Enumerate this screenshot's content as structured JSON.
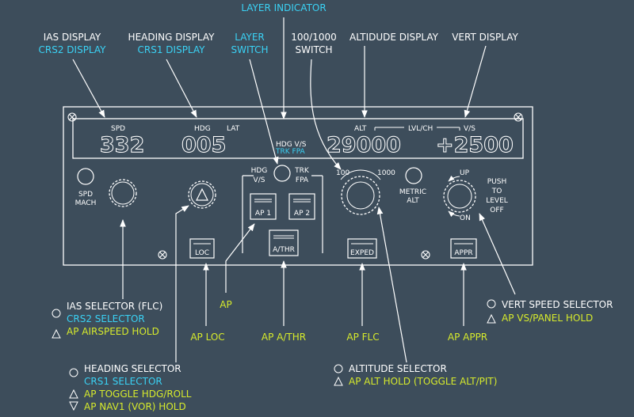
{
  "colors": {
    "background": "#3d4d5b",
    "line": "#ffffff",
    "cyan": "#3ad2f5",
    "yellow": "#d6ea2c"
  },
  "top_labels": {
    "layer_indicator": "LAYER INDICATOR",
    "ias_display": "IAS DISPLAY",
    "crs2_display": "CRS2 DISPLAY",
    "heading_display": "HEADING DISPLAY",
    "crs1_display": "CRS1 DISPLAY",
    "layer_switch_1": "LAYER",
    "layer_switch_2": "SWITCH",
    "switch_100_1000_1": "100/1000",
    "switch_100_1000_2": "SWITCH",
    "altitude_display": "ALTIDUDE DISPLAY",
    "vert_display": "VERT DISPLAY"
  },
  "display": {
    "spd": "SPD",
    "spd_value": "332",
    "hdg": "HDG",
    "hdg_value": "005",
    "lat": "LAT",
    "hdg_vs": "HDG V/S",
    "trk_fpa": "TRK FPA",
    "alt": "ALT",
    "lvl_ch": "LVL/CH",
    "alt_value": "29000",
    "vs": "V/S",
    "vs_value": "+2500"
  },
  "panel": {
    "spd_mach_1": "SPD",
    "spd_mach_2": "MACH",
    "hdg_vs_1": "HDG",
    "hdg_vs_2": "V/S",
    "trk_fpa_1": "TRK",
    "trk_fpa_2": "FPA",
    "ap1": "AP 1",
    "ap2": "AP 2",
    "athr": "A/THR",
    "loc": "LOC",
    "expedite": "EXPED",
    "appr": "APPR",
    "sel_100": "100",
    "sel_1000": "1000",
    "metric_1": "METRIC",
    "metric_2": "ALT",
    "up": "UP",
    "on": "ON",
    "push_1": "PUSH",
    "push_2": "TO",
    "push_3": "LEVEL",
    "push_4": "OFF"
  },
  "bottom_labels": {
    "ias_selector": "IAS SELECTOR (FLC)",
    "crs2_selector": "CRS2 SELECTOR",
    "ap_airspeed_hold": "AP AIRSPEED HOLD",
    "ap": "AP",
    "ap_loc": "AP LOC",
    "ap_athr": "AP A/THR",
    "ap_flc": "AP FLC",
    "ap_appr": "AP APPR",
    "vert_speed_selector": "VERT SPEED SELECTOR",
    "ap_vs_panel_hold": "AP VS/PANEL HOLD",
    "heading_selector": "HEADING SELECTOR",
    "crs1_selector": "CRS1 SELECTOR",
    "ap_toggle_hdg_roll": "AP TOGGLE HDG/ROLL",
    "ap_nav1_hold": "AP NAV1 (VOR) HOLD",
    "altitude_selector": "ALTITUDE SELECTOR",
    "ap_alt_hold": "AP ALT HOLD (TOGGLE ALT/PIT)"
  }
}
